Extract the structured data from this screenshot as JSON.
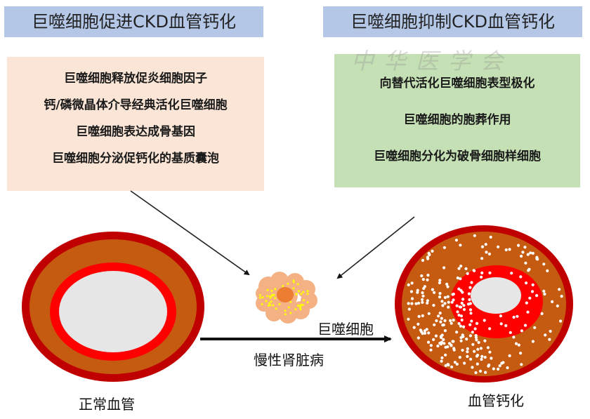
{
  "titles": {
    "left": "巨噬细胞促进CKD血管钙化",
    "right": "巨噬细胞抑制CKD血管钙化"
  },
  "panels": {
    "promote": {
      "lines": [
        "巨噬细胞释放促炎细胞因子",
        "钙/磷微晶体介导经典活化巨噬细胞",
        "巨噬细胞表达成骨基因",
        "巨噬细胞分泌促钙化的基质囊泡"
      ]
    },
    "inhibit": {
      "lines": [
        "向替代活化巨噬细胞表型极化",
        "巨噬细胞的胞葬作用",
        "巨噬细胞分化为破骨细胞样细胞"
      ]
    }
  },
  "labels": {
    "normal_vessel": "正常血管",
    "calcified_vessel": "血管钙化",
    "macrophage": "巨噬细胞",
    "ckd": "慢性肾脏病"
  },
  "watermark": "中华医学会",
  "colors": {
    "title_bg": "#b4c7e7",
    "promote_bg": "#fbe5d6",
    "inhibit_bg": "#c5e0b4",
    "adventitia": "#c00000",
    "media": "#c55a11",
    "intima": "#ff0000",
    "lumen": "#e6e6e6",
    "macrophage_body": "#f4b183",
    "macrophage_nucleus": "#ed7d31",
    "granules": "#ffff00",
    "calcium_deposits": "#ffffff"
  }
}
